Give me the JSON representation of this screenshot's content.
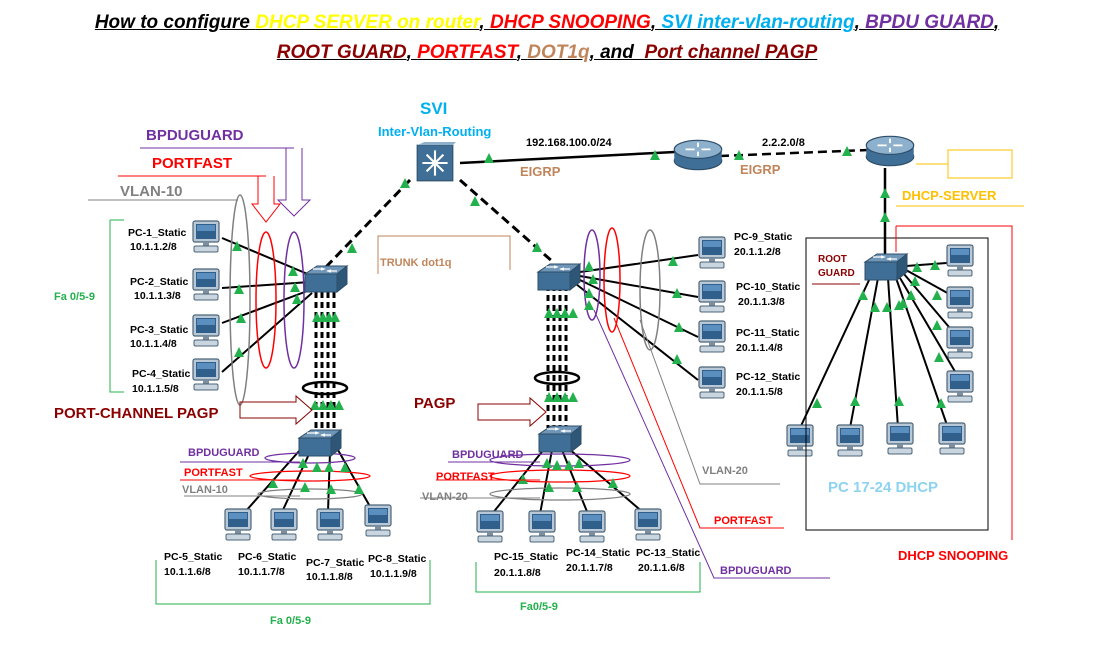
{
  "title": {
    "line1": [
      {
        "text": "How to configure ",
        "color": "#000000"
      },
      {
        "text": "DHCP SERVER on router",
        "color": "#ffff00"
      },
      {
        "text": ", ",
        "color": "#000000"
      },
      {
        "text": "DHCP SNOOPING",
        "color": "#ff0000"
      },
      {
        "text": ", ",
        "color": "#000000"
      },
      {
        "text": "SVI inter-vlan-routing",
        "color": "#00b0f0"
      },
      {
        "text": ", ",
        "color": "#000000"
      },
      {
        "text": "BPDU GUARD",
        "color": "#7030a0"
      },
      {
        "text": ",",
        "color": "#000000"
      }
    ],
    "line2": [
      {
        "text": "ROOT GUARD",
        "color": "#8b0000"
      },
      {
        "text": ", ",
        "color": "#000000"
      },
      {
        "text": "PORTFAST",
        "color": "#ff0000"
      },
      {
        "text": ", ",
        "color": "#000000"
      },
      {
        "text": "DOT1q",
        "color": "#c0855a"
      },
      {
        "text": ", and  ",
        "color": "#000000"
      },
      {
        "text": "Port channel PAGP",
        "color": "#8b0000"
      }
    ]
  },
  "labels": {
    "svi": "SVI",
    "inter_vlan": "Inter-Vlan-Routing",
    "net_1": "192.168.100.0/24",
    "net_2": "2.2.2.0/8",
    "eigrp_1": "EIGRP",
    "eigrp_2": "EIGRP",
    "dhcp_server": "DHCP-SERVER",
    "trunk": "TRUNK dot1q",
    "bpduguard_left": "BPDUGUARD",
    "portfast_left": "PORTFAST",
    "vlan10_left": "VLAN-10",
    "fa_left": "Fa 0/5-9",
    "port_channel": "PORT-CHANNEL PAGP",
    "pagp": "PAGP",
    "bpduguard_bl": "BPDUGUARD",
    "portfast_bl": "PORTFAST",
    "vlan10_bl": "VLAN-10",
    "fa_bl": "Fa 0/5-9",
    "bpduguard_bm": "BPDUGUARD",
    "portfast_bm": "PORTFAST",
    "vlan20_bm": "VLAN-20",
    "fa_bm": "Fa0/5-9",
    "vlan20_right": "VLAN-20",
    "portfast_right": "PORTFAST",
    "bpduguard_right": "BPDUGUARD",
    "root_guard_1": "ROOT",
    "root_guard_2": "GUARD",
    "pc_dhcp": "PC 17-24 DHCP",
    "dhcp_snooping": "DHCP SNOOPING"
  },
  "pcs": [
    {
      "name": "PC-1_Static",
      "ip": "10.1.1.2/8"
    },
    {
      "name": "PC-2_Static",
      "ip": "10.1.1.3/8"
    },
    {
      "name": "PC-3_Static",
      "ip": "10.1.1.4/8"
    },
    {
      "name": "PC-4_Static",
      "ip": "10.1.1.5/8"
    },
    {
      "name": "PC-5_Static",
      "ip": "10.1.1.6/8"
    },
    {
      "name": "PC-6_Static",
      "ip": "10.1.1.7/8"
    },
    {
      "name": "PC-7_Static",
      "ip": "10.1.1.8/8"
    },
    {
      "name": "PC-8_Static",
      "ip": "10.1.1.9/8"
    },
    {
      "name": "PC-9_Static",
      "ip": "20.1.1.2/8"
    },
    {
      "name": "PC-10_Static",
      "ip": "20.1.1.3/8"
    },
    {
      "name": "PC-11_Static",
      "ip": "20.1.1.4/8"
    },
    {
      "name": "PC-12_Static",
      "ip": "20.1.1.5/8"
    },
    {
      "name": "PC-15_Static",
      "ip": "20.1.1.8/8"
    },
    {
      "name": "PC-14_Static",
      "ip": "20.1.1.7/8"
    },
    {
      "name": "PC-13_Static",
      "ip": "20.1.1.6/8"
    }
  ],
  "colors": {
    "purple": "#7030a0",
    "red": "#ff0000",
    "darkred": "#8b0000",
    "green": "#22b14c",
    "lightblue": "#8dd3f0",
    "brown": "#c0855a",
    "blue": "#00b0f0",
    "gray": "#808080",
    "orange": "#ffc000"
  }
}
